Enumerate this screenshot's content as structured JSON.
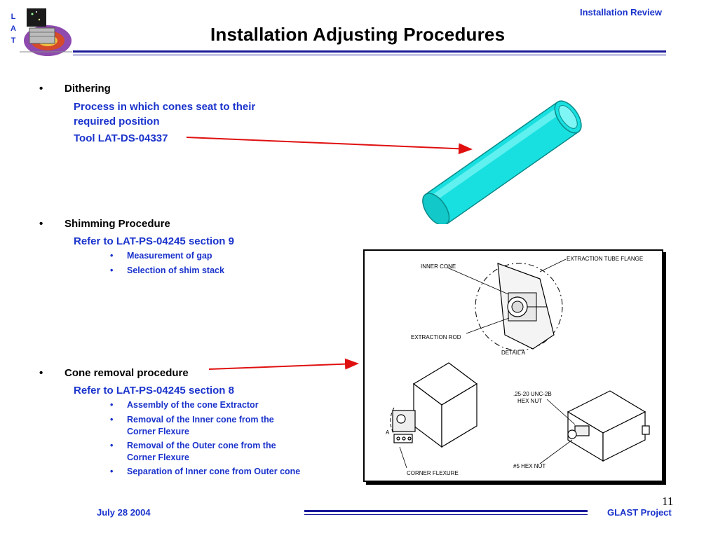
{
  "header": {
    "logo_letters": [
      "L",
      "A",
      "T"
    ],
    "section_label": "Installation Review",
    "title": "Installation Adjusting Procedures"
  },
  "bullets": [
    {
      "heading": "Dithering",
      "sub": [
        "Process in which cones seat  to  their",
        "required position",
        "Tool LAT-DS-04337"
      ],
      "subsub": []
    },
    {
      "heading": "Shimming Procedure",
      "sub": [
        "Refer to LAT-PS-04245 section 9"
      ],
      "subsub": [
        "Measurement of gap",
        "Selection of shim stack"
      ]
    },
    {
      "heading": "Cone removal procedure",
      "sub": [
        "Refer to LAT-PS-04245 section 8"
      ],
      "subsub": [
        [
          "Assembly of the cone Extractor"
        ],
        [
          "Removal of the Inner cone from the",
          "Corner Flexure"
        ],
        [
          "Removal of the Outer cone from the",
          "Corner Flexure"
        ],
        [
          "Separation of Inner cone from Outer cone"
        ]
      ]
    }
  ],
  "drawing_labels": {
    "inner_cone": "INNER CONE",
    "extraction_tube_flange": "EXTRACTION TUBE FLANGE",
    "extraction_rod": "EXTRACTION ROD",
    "detail_a": "DETAIL A",
    "hex_nut_25": ".25-20 UNC-2B",
    "hex_nut_25b": "HEX NUT",
    "hex_nut_5": "#5 HEX NUT",
    "corner_flexure": "CORNER FLEXURE",
    "a_marker": "A"
  },
  "footer": {
    "date": "July 28 2004",
    "project": "GLAST Project",
    "page": "11"
  },
  "colors": {
    "text_blue": "#1a33cc",
    "rule_navy": "#1a1a99",
    "arrow_red": "#e01010",
    "tube_cyan": "#19e0e0"
  }
}
